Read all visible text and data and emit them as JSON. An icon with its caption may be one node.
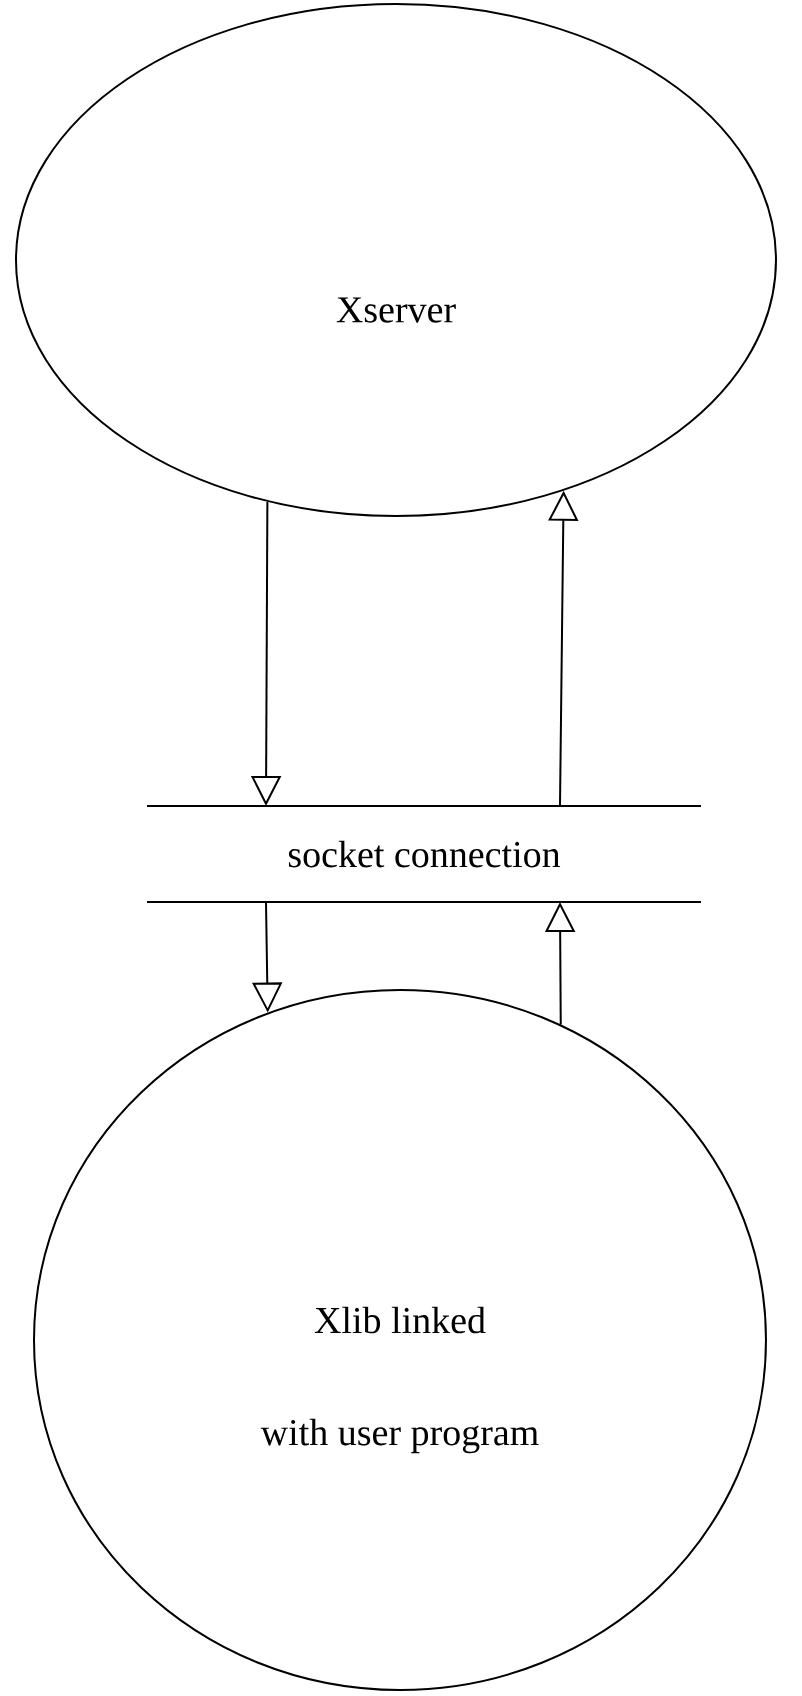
{
  "diagram": {
    "nodes": [
      {
        "text": [
          "Xserver"
        ]
      },
      {
        "text": [
          "socket connection"
        ]
      },
      {
        "text": [
          "Xlib linked",
          "with user program"
        ]
      }
    ],
    "edges": [
      {
        "from": 0,
        "to": 1,
        "arrow": "to"
      },
      {
        "from": 1,
        "to": 0,
        "arrow": "to"
      },
      {
        "from": 1,
        "to": 2,
        "arrow": "to"
      },
      {
        "from": 2,
        "to": 1,
        "arrow": "to"
      }
    ]
  }
}
